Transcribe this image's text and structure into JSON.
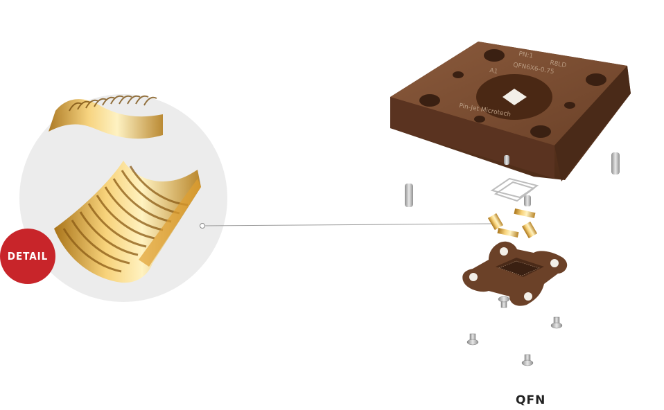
{
  "badge": {
    "label": "DETAIL"
  },
  "caption": {
    "label": "QFN"
  },
  "socket_engraving": {
    "part": "PN:1",
    "rev": "R8LD",
    "model": "QFN6X6-0.75",
    "pin": "A1",
    "maker": "Pin-Jet Microtech"
  }
}
